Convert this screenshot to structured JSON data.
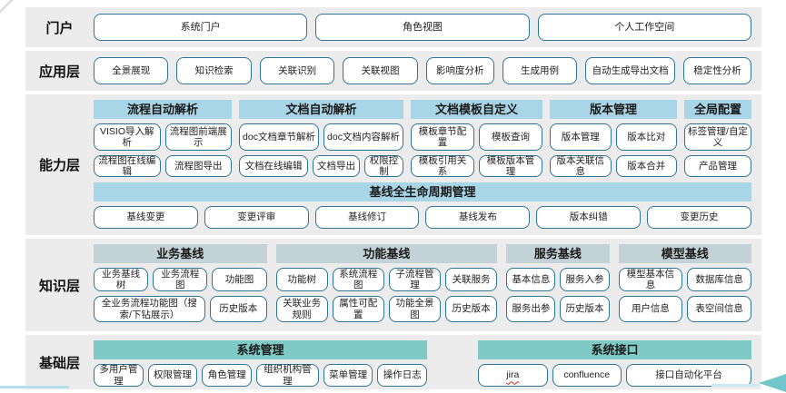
{
  "colors": {
    "band_background": "#ececec",
    "box_border": "#2e7493",
    "header_blue": "#a9d6e7",
    "header_gray": "#c3d2d7",
    "header_teal": "#7fcac5",
    "spellcheck_underline": "#d23f31",
    "accent_line_blue": "#b5ddee",
    "arrow_teal": "#72c5c8"
  },
  "layers": [
    {
      "name": "门户",
      "boxes": [
        "系统门户",
        "角色视图",
        "个人工作空间"
      ]
    },
    {
      "name": "应用层",
      "boxes": [
        "全景展现",
        "知识检索",
        "关联识别",
        "关联视图",
        "影响度分析",
        "生成用例",
        "自动生成导出文档",
        "稳定性分析"
      ]
    },
    {
      "name": "能力层",
      "groups": [
        {
          "title": "流程自动解析",
          "row1": [
            "VISIO导入解析",
            "流程图前端展示"
          ],
          "row2": [
            "流程图在线编辑",
            "流程图导出"
          ]
        },
        {
          "title": "文档自动解析",
          "row1": [
            "doc文档章节解析",
            "doc文档内容解析"
          ],
          "row2": [
            "文档在线编辑",
            "文档导出",
            "权限控制"
          ]
        },
        {
          "title": "文档模板自定义",
          "row1": [
            "模板章节配置",
            "模板查询"
          ],
          "row2": [
            "模板引用关系",
            "模板版本管理"
          ]
        },
        {
          "title": "版本管理",
          "row1": [
            "版本管理",
            "版本比对"
          ],
          "row2": [
            "版本关联信息",
            "版本合并"
          ]
        },
        {
          "title": "全局配置",
          "row1": [
            "标签管理/自定义"
          ],
          "row2": [
            "产品管理"
          ]
        }
      ],
      "lifecycle": {
        "title": "基线全生命周期管理",
        "boxes": [
          "基线变更",
          "变更评审",
          "基线修订",
          "基线发布",
          "版本纠错",
          "变更历史"
        ]
      }
    },
    {
      "name": "知识层",
      "groups": [
        {
          "title": "业务基线",
          "row1": [
            "业务基线树",
            "业务流程图",
            "功能图"
          ],
          "row2": [
            "全业务流程功能图（搜索/下钻展示）",
            "历史版本"
          ]
        },
        {
          "title": "功能基线",
          "row1": [
            "功能树",
            "系统流程图",
            "子流程管理",
            "关联服务"
          ],
          "row2": [
            "关联业务规则",
            "属性可配置",
            "功能全景图",
            "历史版本"
          ]
        },
        {
          "title": "服务基线",
          "row1": [
            "基本信息",
            "服务入参"
          ],
          "row2": [
            "服务出参",
            "历史版本"
          ]
        },
        {
          "title": "模型基线",
          "row1": [
            "模型基本信息",
            "数据库信息"
          ],
          "row2": [
            "用户信息",
            "表空间信息"
          ]
        }
      ]
    },
    {
      "name": "基础层",
      "groups": [
        {
          "title": "系统管理",
          "row1": [
            "多用户管理",
            "权限管理",
            "角色管理",
            "组织机构管理",
            "菜单管理",
            "操作日志"
          ]
        },
        {
          "title": "系统接口",
          "row1": [
            "jira",
            "confluence",
            "接口自动化平台"
          ]
        }
      ]
    }
  ]
}
